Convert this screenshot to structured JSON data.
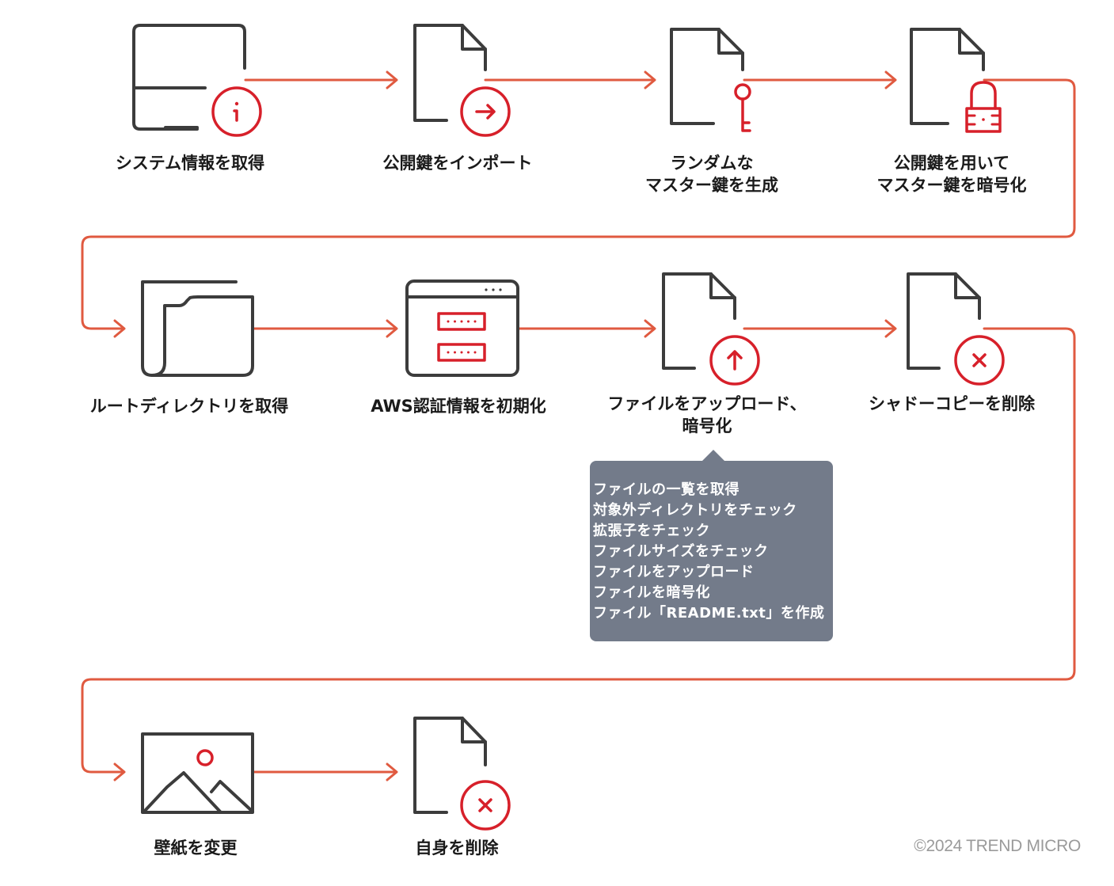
{
  "colors": {
    "flow_line": "#e05a40",
    "icon_accent": "#d7202a",
    "icon_outline": "#3c3c3c",
    "tooltip_bg": "#737b8a",
    "label_text": "#1a1a1a",
    "copyright_text": "#9a9a9a"
  },
  "steps": [
    {
      "id": "get-system-info",
      "icon": "monitor-info-icon",
      "label": "システム情報を取得"
    },
    {
      "id": "import-public-key",
      "icon": "file-import-icon",
      "label": "公開鍵をインポート"
    },
    {
      "id": "generate-master-key",
      "icon": "file-key-icon",
      "label": "ランダムな\nマスター鍵を生成"
    },
    {
      "id": "encrypt-master-key",
      "icon": "file-lock-icon",
      "label": "公開鍵を用いて\nマスター鍵を暗号化"
    },
    {
      "id": "get-root-directory",
      "icon": "folder-icon",
      "label": "ルートディレクトリを取得"
    },
    {
      "id": "init-aws-credentials",
      "icon": "credentials-window-icon",
      "label": "AWS認証情報を初期化"
    },
    {
      "id": "upload-encrypt-files",
      "icon": "file-upload-icon",
      "label": "ファイルをアップロード、\n暗号化"
    },
    {
      "id": "delete-shadow-copy",
      "icon": "file-delete-icon",
      "label": "シャドーコピーを削除"
    },
    {
      "id": "change-wallpaper",
      "icon": "image-icon",
      "label": "壁紙を変更"
    },
    {
      "id": "delete-self",
      "icon": "file-delete-icon",
      "label": "自身を削除"
    }
  ],
  "tooltip": {
    "step": "upload-encrypt-files",
    "items": [
      "ファイルの一覧を取得",
      "対象外ディレクトリをチェック",
      "拡張子をチェック",
      "ファイルサイズをチェック",
      "ファイルをアップロード",
      "ファイルを暗号化",
      "ファイル「README.txt」を作成"
    ]
  },
  "copyright": "©2024 TREND MICRO"
}
